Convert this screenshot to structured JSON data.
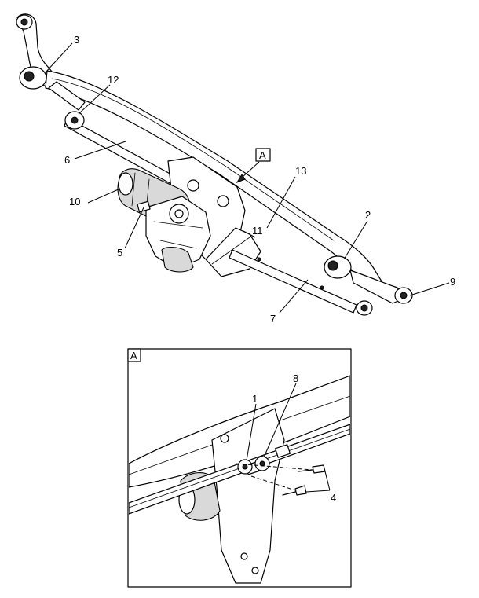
{
  "callouts": {
    "c1": "1",
    "c2": "2",
    "c3": "3",
    "c4": "4",
    "c5": "5",
    "c6": "6",
    "c7": "7",
    "c8": "8",
    "c9": "9",
    "c10": "10",
    "c11": "11",
    "c12": "12",
    "c13": "13"
  },
  "view_marker": "A",
  "detail_view_label": "A"
}
